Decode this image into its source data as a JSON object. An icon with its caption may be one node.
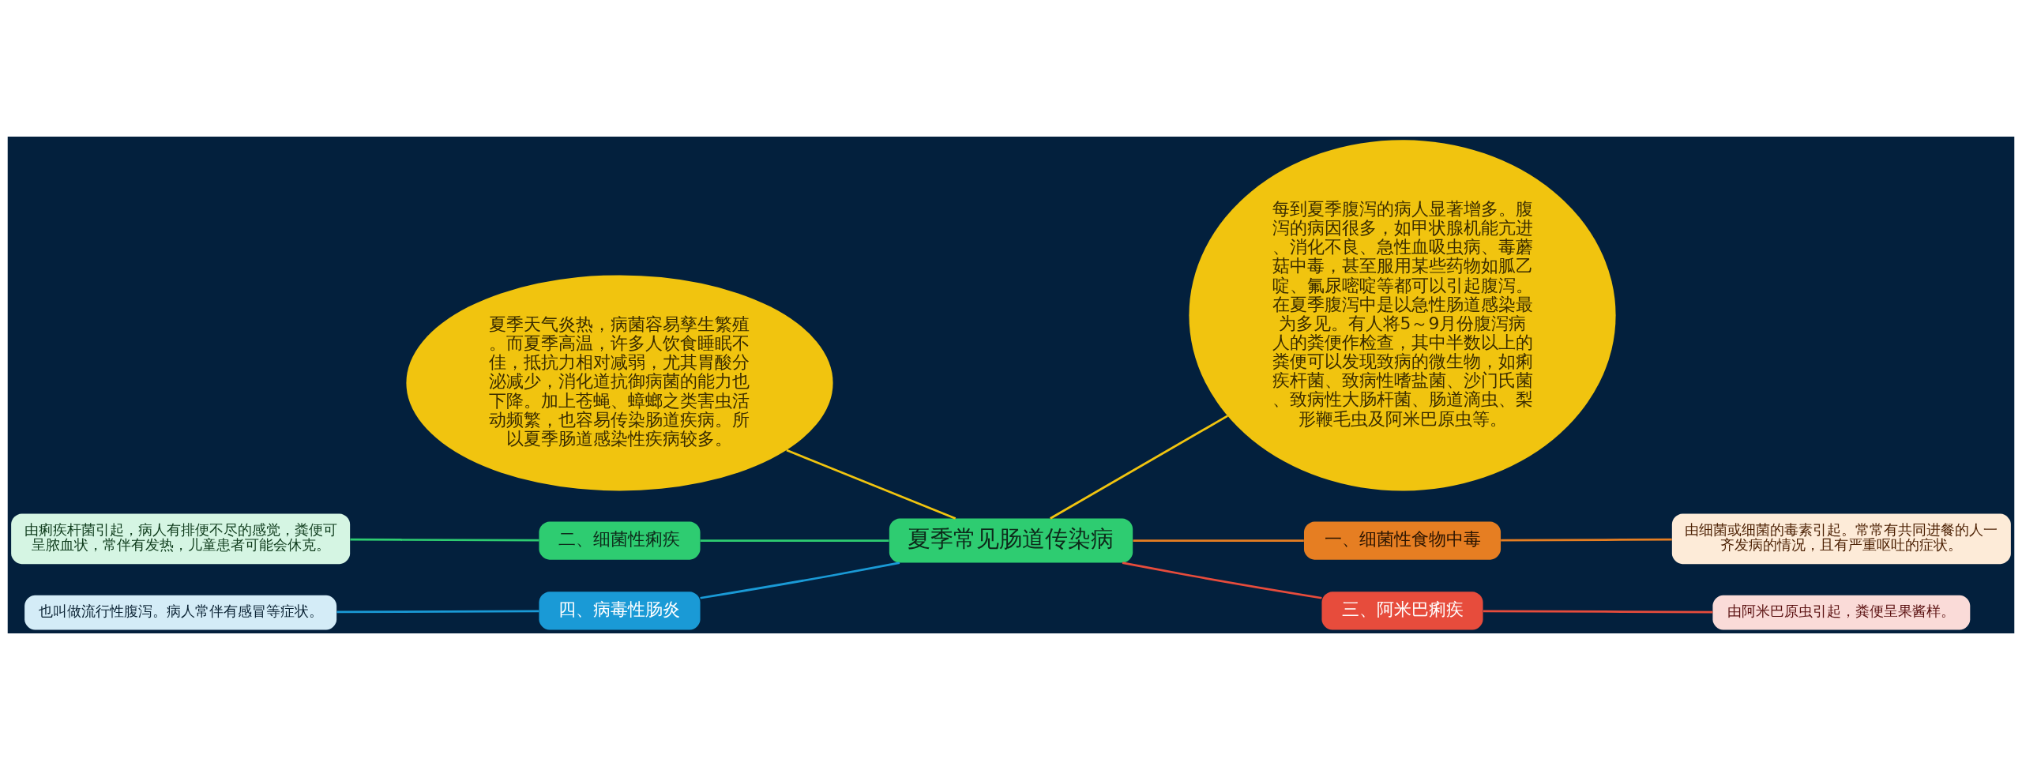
{
  "diagram": {
    "nodes": [
      {
        "text": [
          "夏季常见肠道传染病"
        ]
      },
      {
        "text": [
          "夏季天气炎热，病菌容易孳生繁殖。而夏季高温，许多人饮食睡眠不佳，抵抗力相对减弱，尤其胃酸分泌减少，消化道抗御病菌的能力也下降。加上苍蝇、蟑螂之类害虫活动频繁，也容易传染肠道疾病。所以夏季肠道感染性疾病较多。"
        ]
      },
      {
        "text": [
          "每到夏季腹泻的病人显著增多。腹泻的病因很多，如甲状腺机能亢进、消化不良、急性血吸虫病、毒蘑菇中毒，甚至服用某些药物如胍乙啶、氟尿嘧啶等都可以引起腹泻。在夏季腹泻中是以急性肠道感染最为多见。有人将5～9月份腹泻病人的粪便作检查，其中半数以上的粪便可以发现致病的微生物，如痢疾杆菌、致病性嗜盐菌、沙门氏菌、致病性大肠杆菌、肠道滴虫、梨形鞭毛虫及阿米巴原虫等。"
        ]
      },
      {
        "text": [
          "二、细菌性痢疾"
        ]
      },
      {
        "text": [
          "由痢疾杆菌引起，病人有排便不尽的感觉，粪便可呈脓血状，常伴有发热，儿童患者可能会休克。"
        ]
      },
      {
        "text": [
          "四、病毒性肠炎"
        ]
      },
      {
        "text": [
          "也叫做流行性腹泻。病人常伴有感冒等症状。"
        ]
      },
      {
        "text": [
          "一、细菌性食物中毒"
        ]
      },
      {
        "text": [
          "由细菌或细菌的毒素引起。常常有共同进餐的人一齐发病的情况，且有严重呕吐的症状。"
        ]
      },
      {
        "text": [
          "三、阿米巴痢疾"
        ]
      },
      {
        "text": [
          "由阿米巴原虫引起，粪便呈果酱样。"
        ]
      }
    ],
    "edges": [
      {
        "from": 0,
        "to": 1,
        "arrow": "none",
        "color": "#f1c40f"
      },
      {
        "from": 0,
        "to": 2,
        "arrow": "none",
        "color": "#f1c40f"
      },
      {
        "from": 0,
        "to": 3,
        "arrow": "none",
        "color": "#2ecc71"
      },
      {
        "from": 3,
        "to": 4,
        "arrow": "none",
        "color": "#2ecc71"
      },
      {
        "from": 0,
        "to": 5,
        "arrow": "none",
        "color": "#1a9ad6"
      },
      {
        "from": 5,
        "to": 6,
        "arrow": "none",
        "color": "#1a9ad6"
      },
      {
        "from": 0,
        "to": 7,
        "arrow": "none",
        "color": "#e67e22"
      },
      {
        "from": 7,
        "to": 8,
        "arrow": "none",
        "color": "#e67e22"
      },
      {
        "from": 0,
        "to": 9,
        "arrow": "none",
        "color": "#e74c3c"
      },
      {
        "from": 9,
        "to": 10,
        "arrow": "none",
        "color": "#e74c3c"
      }
    ]
  }
}
